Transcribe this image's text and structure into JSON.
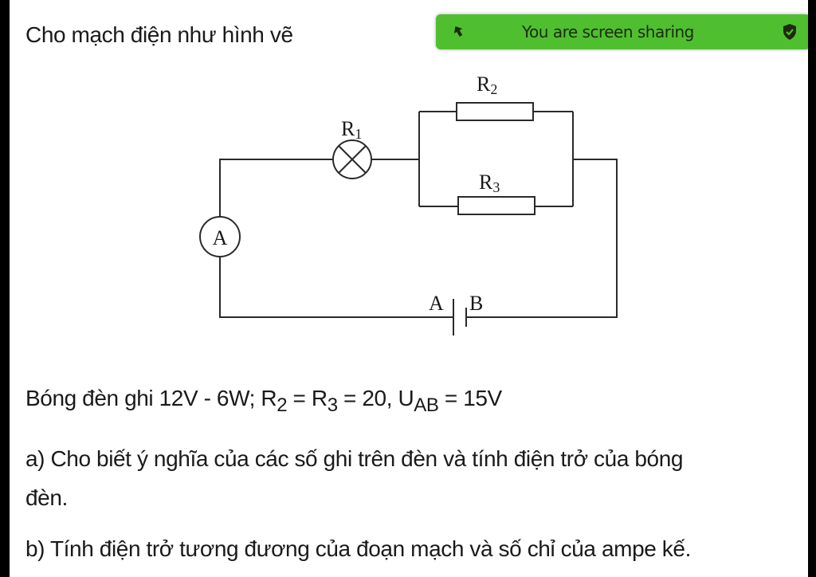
{
  "question": {
    "title": "Cho mạch điện như hình vẽ",
    "given": {
      "prefix": "Bóng đèn ghi 12V - 6W; R",
      "r2_sub": "2",
      "eq1": " = R",
      "r3_sub": "3",
      "eq2": " = 20, U",
      "u_sub": "AB",
      "eq3": " = 15V"
    },
    "part_a_line1": "a) Cho biết ý nghĩa của các số ghi trên đèn và tính điện trở của bóng",
    "part_a_line2": "đèn.",
    "part_b": "b) Tính điện trở tương đương của đoạn mạch và số chỉ của ampe kế."
  },
  "banner": {
    "label": "You are screen sharing",
    "color": "#4fbf30",
    "arrow_icon": "arrow-up-icon",
    "shield_icon": "shield-icon"
  },
  "circuit": {
    "r1": {
      "letter": "R",
      "sub": "1"
    },
    "r2": {
      "letter": "R",
      "sub": "2"
    },
    "r3": {
      "letter": "R",
      "sub": "3"
    },
    "ammeter": "A",
    "terminal_a": "A",
    "terminal_b": "B"
  }
}
